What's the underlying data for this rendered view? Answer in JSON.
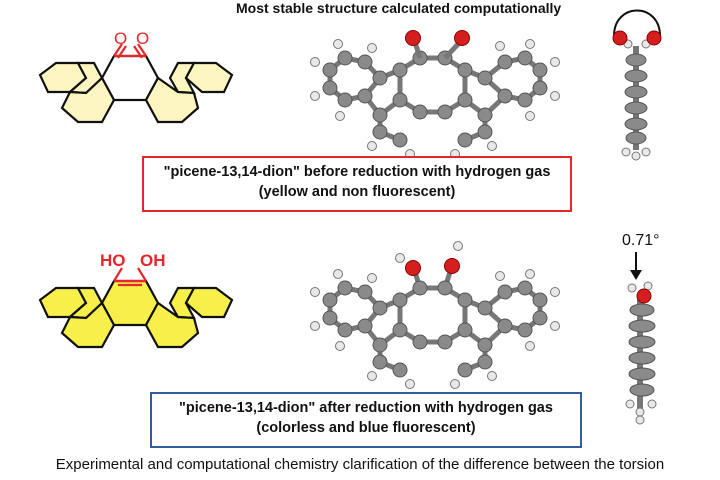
{
  "header": "Most stable structure calculated computationally",
  "box_before": {
    "line1": "\"picene-13,14-dion\" before reduction with hydrogen gas",
    "line2": "(yellow and non fluorescent)"
  },
  "box_after": {
    "line1": "\"picene-13,14-dion\" after reduction with hydrogen gas",
    "line2": "(colorless and blue fluorescent)"
  },
  "top_molecule": {
    "left_o": "O",
    "right_o": "O"
  },
  "bottom_molecule": {
    "left_oh": "HO",
    "right_oh": "OH"
  },
  "torsion_angle": "0.71°",
  "caption": "Experimental and computational chemistry clarification of the difference between the torsion",
  "colors": {
    "light_yellow": "#fdf6c0",
    "bright_yellow": "#f7f04a",
    "oxygen_red": "#e8262a",
    "carbon_gray": "#8a8a8a",
    "hydrogen_white": "#e8e8e8",
    "box1_border": "#e8262a",
    "box2_border": "#2e5f9a"
  }
}
